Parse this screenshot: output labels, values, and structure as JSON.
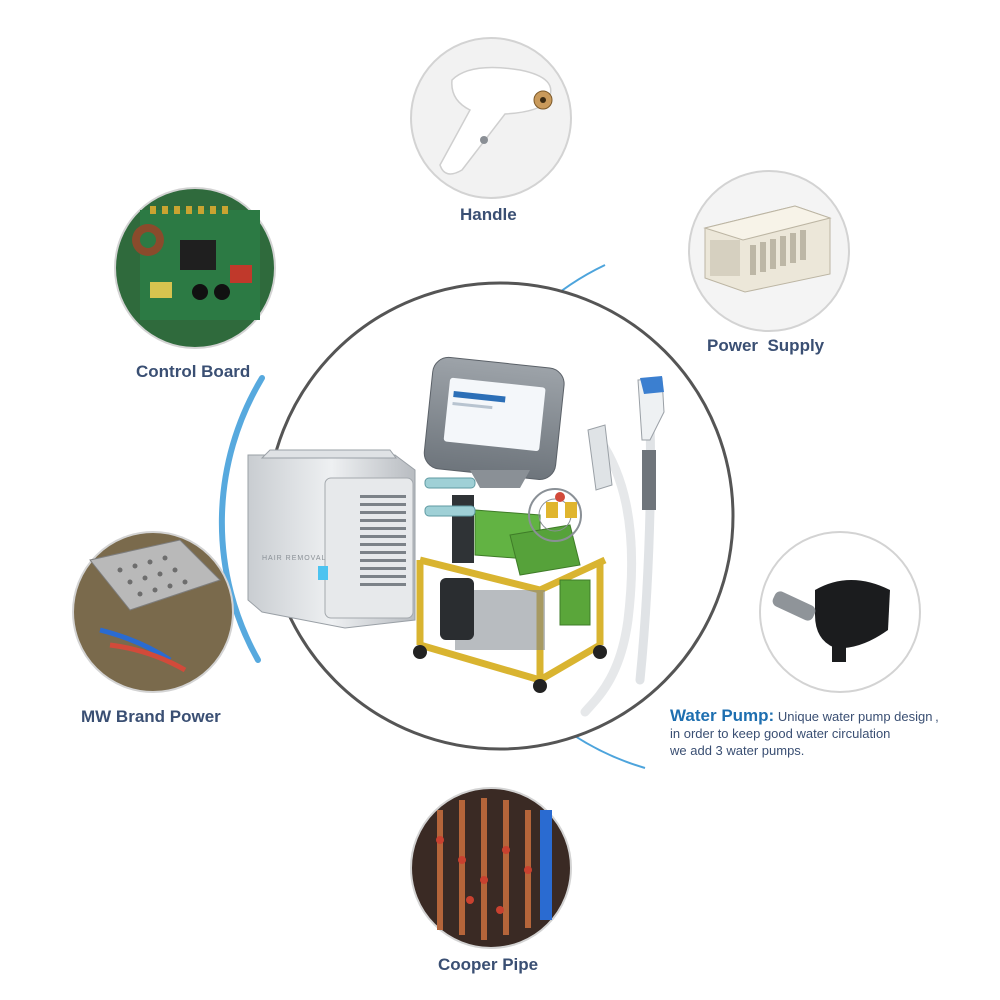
{
  "labels": {
    "handle": "Handle",
    "power_supply": "Power  Supply",
    "control_board": "Control Board",
    "mw_brand_power": "MW Brand Power",
    "cooper_pipe": "Cooper Pipe"
  },
  "water_pump": {
    "title": "Water Pump:",
    "line1": "Unique water pump design ,",
    "line2": "in order to keep good water circulation",
    "line3": "we add 3 water pumps."
  },
  "machine": {
    "screen_text": "",
    "side_text": "HAIR REMOVAL"
  },
  "colors": {
    "label_text": "#3a4f73",
    "accent_blue": "#1e6fb0",
    "arc_blue": "#3a9ad8",
    "frame_gold": "#d9b430",
    "module_green": "#5aa63a"
  }
}
